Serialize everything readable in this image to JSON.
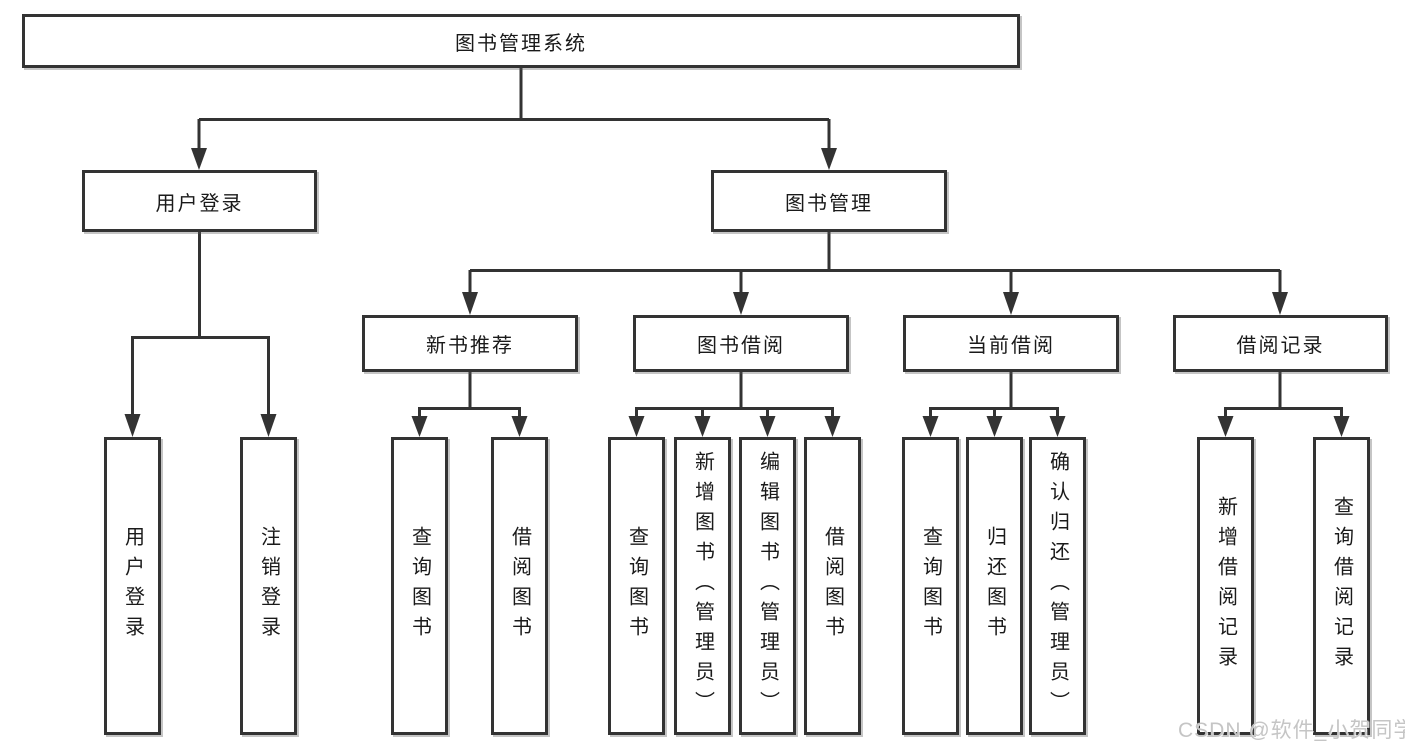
{
  "diagram": {
    "root": {
      "label": "图书管理系统"
    },
    "level2": [
      {
        "label": "用户登录"
      },
      {
        "label": "图书管理"
      }
    ],
    "level3": [
      {
        "label": "新书推荐"
      },
      {
        "label": "图书借阅"
      },
      {
        "label": "当前借阅"
      },
      {
        "label": "借阅记录"
      }
    ],
    "leaves": [
      {
        "label": "用户登录",
        "parent": "用户登录"
      },
      {
        "label": "注销登录",
        "parent": "用户登录"
      },
      {
        "label": "查询图书",
        "parent": "新书推荐"
      },
      {
        "label": "借阅图书",
        "parent": "新书推荐"
      },
      {
        "label": "查询图书",
        "parent": "图书借阅"
      },
      {
        "label": "新增图书（管理员）",
        "parent": "图书借阅"
      },
      {
        "label": "编辑图书（管理员）",
        "parent": "图书借阅"
      },
      {
        "label": "借阅图书",
        "parent": "图书借阅"
      },
      {
        "label": "查询图书",
        "parent": "当前借阅"
      },
      {
        "label": "归还图书",
        "parent": "当前借阅"
      },
      {
        "label": "确认归还（管理员）",
        "parent": "当前借阅"
      },
      {
        "label": "新增借阅记录",
        "parent": "借阅记录"
      },
      {
        "label": "查询借阅记录",
        "parent": "借阅记录"
      }
    ],
    "watermark": {
      "text": "CSDN @软件_小贺同学"
    },
    "colors": {
      "line": "#333333",
      "box_border": "#333333",
      "text": "#1a1a1a",
      "watermark": "#c5c5c5",
      "background": "#ffffff"
    }
  }
}
